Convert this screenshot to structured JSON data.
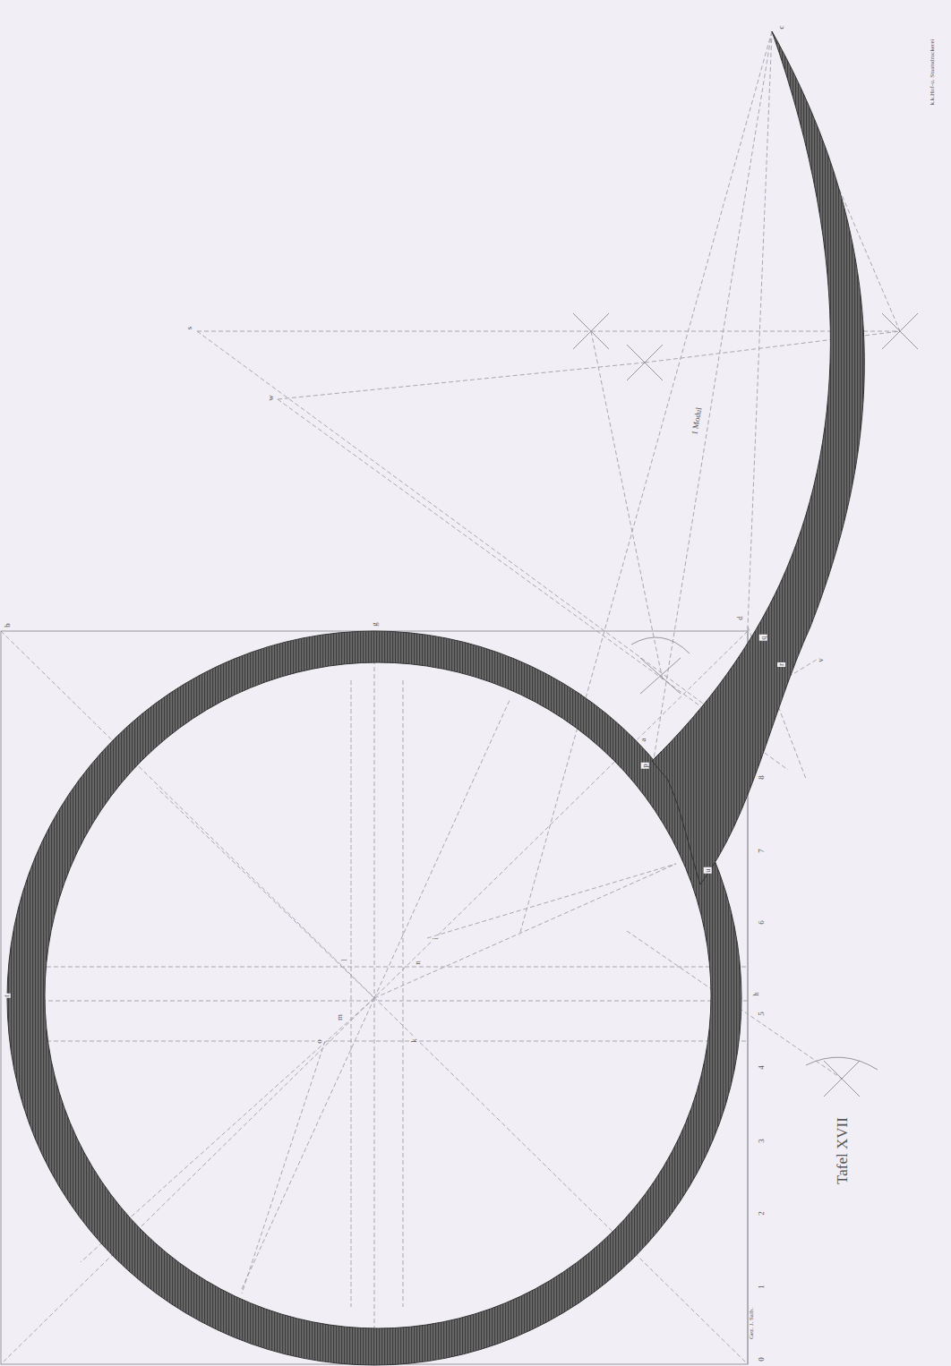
{
  "diagram": {
    "title": "Tafel XVII",
    "labels": [
      "Gez. J. Salb.",
      "k.k.Hof-u. Staatsdruckerei",
      "1 Modul",
      "0",
      "1",
      "2",
      "3",
      "4",
      "5",
      "6",
      "7",
      "8",
      "g",
      "h",
      "c",
      "d",
      "q",
      "r",
      "v",
      "a",
      "p",
      "u",
      "s",
      "w",
      "o",
      "k",
      "m",
      "n",
      "l",
      "i",
      "t",
      "b"
    ]
  }
}
